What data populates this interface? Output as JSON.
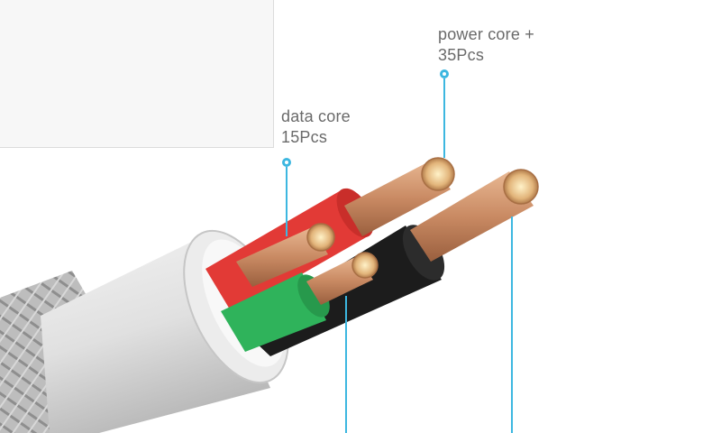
{
  "annotations": {
    "data_core": {
      "line1": "data core",
      "line2": "15Pcs"
    },
    "power_core": {
      "line1": "power core +",
      "line2": "35Pcs"
    }
  },
  "colors": {
    "jacket": "#e4e4e4",
    "red_insulation": "#e23a36",
    "green_insulation": "#2fb35b",
    "black_insulation": "#1c1c1c",
    "copper": "#c98a63",
    "leader_line": "#3db7e0"
  }
}
